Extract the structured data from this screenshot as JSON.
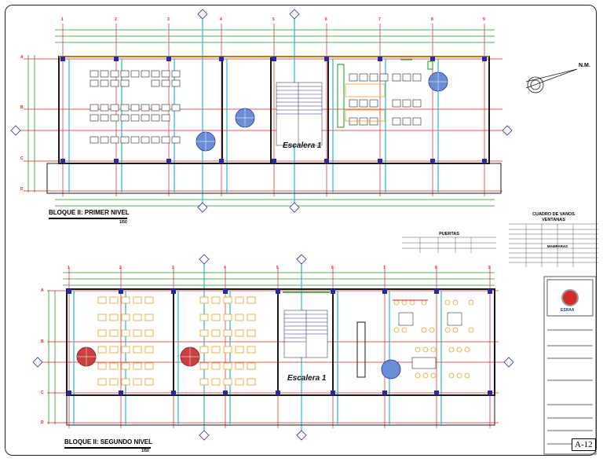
{
  "plan_top": {
    "title": "BLOQUE II: PRIMER NIVEL",
    "scale": "1/50",
    "stair_label": "Escalera 1",
    "axis_numbers": [
      "1",
      "2",
      "3",
      "4",
      "5",
      "6",
      "7",
      "8",
      "9"
    ],
    "axis_letters": [
      "A",
      "B",
      "C",
      "D"
    ]
  },
  "plan_bottom": {
    "title": "BLOQUE II: SEGUNDO NIVEL",
    "scale": "1/50",
    "stair_label": "Escalera 1",
    "axis_numbers": [
      "1",
      "2",
      "3",
      "4",
      "5",
      "6",
      "7",
      "8",
      "9"
    ],
    "axis_letters": [
      "A",
      "B",
      "C",
      "D"
    ]
  },
  "north_arrow": {
    "label": "N.M."
  },
  "cuadro_vanos": {
    "title": "CUADRO DE VANOS",
    "subtitle": "VENTANAS",
    "mamparas": "MAMPARAS"
  },
  "puertas": {
    "title": "PUERTAS"
  },
  "title_block": {
    "logo_text": "ESRAA",
    "sheet_code": "A-12"
  },
  "colors": {
    "wall": "#1a1a1a",
    "axis": "#e02020",
    "dimension": "#1a9a1a",
    "column": "#2a2aa0",
    "glass": "#1fb8d8",
    "accent_orange": "#e8a020"
  }
}
